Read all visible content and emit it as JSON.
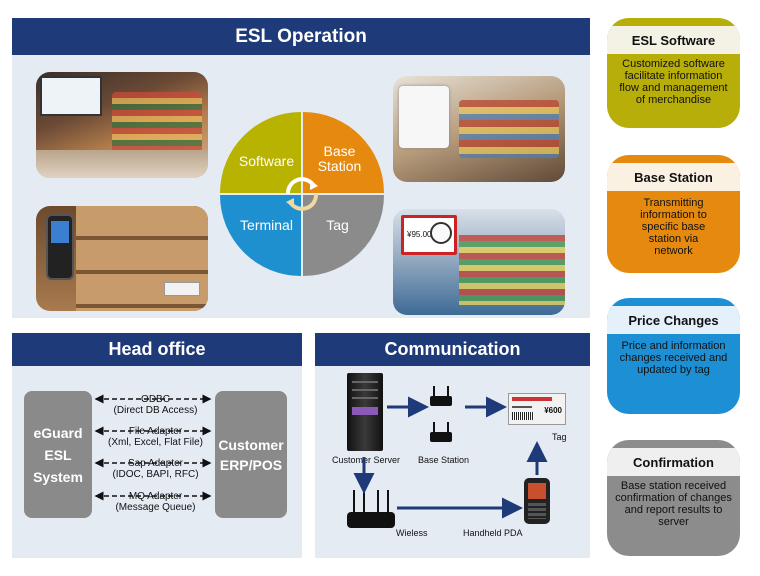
{
  "esl_operation": {
    "title": "ESL Operation",
    "cycle": {
      "software": "Software",
      "base_station": "Base\nStation",
      "terminal": "Terminal",
      "tag": "Tag"
    },
    "tag_display": {
      "price": "¥95.00"
    }
  },
  "cards": [
    {
      "title": "ESL Software",
      "text": "Customized software facilitate information flow and management of merchandise",
      "color": "#b8ae0a"
    },
    {
      "title": "Base Station",
      "text": "Transmitting information to specific base station via network",
      "color": "#e6890f"
    },
    {
      "title": "Price Changes",
      "text": "Price and information changes received and updated by tag",
      "color": "#1d8fd4"
    },
    {
      "title": "Confirmation",
      "text": "Base station received confirmation of changes and report results to server",
      "color": "#8c8c8c"
    }
  ],
  "head_office": {
    "title": "Head office",
    "left_box": "eGuard\nESL\nSystem",
    "right_box": "Customer\nERP/POS",
    "adapters": [
      "ODBC\n(Direct DB Access)",
      "File Adapter\n(Xml, Excel, Flat File)",
      "Sap Adapter\n(IDOC, BAPI, RFC)",
      "MQ Adapter\n(Message Queue)"
    ]
  },
  "communication": {
    "title": "Communication",
    "labels": {
      "customer_server": "Customer Server",
      "base_station": "Base Station",
      "tag": "Tag",
      "wireless": "Wieless",
      "handheld_pda": "Handheld PDA"
    },
    "tag_price": "¥600"
  }
}
